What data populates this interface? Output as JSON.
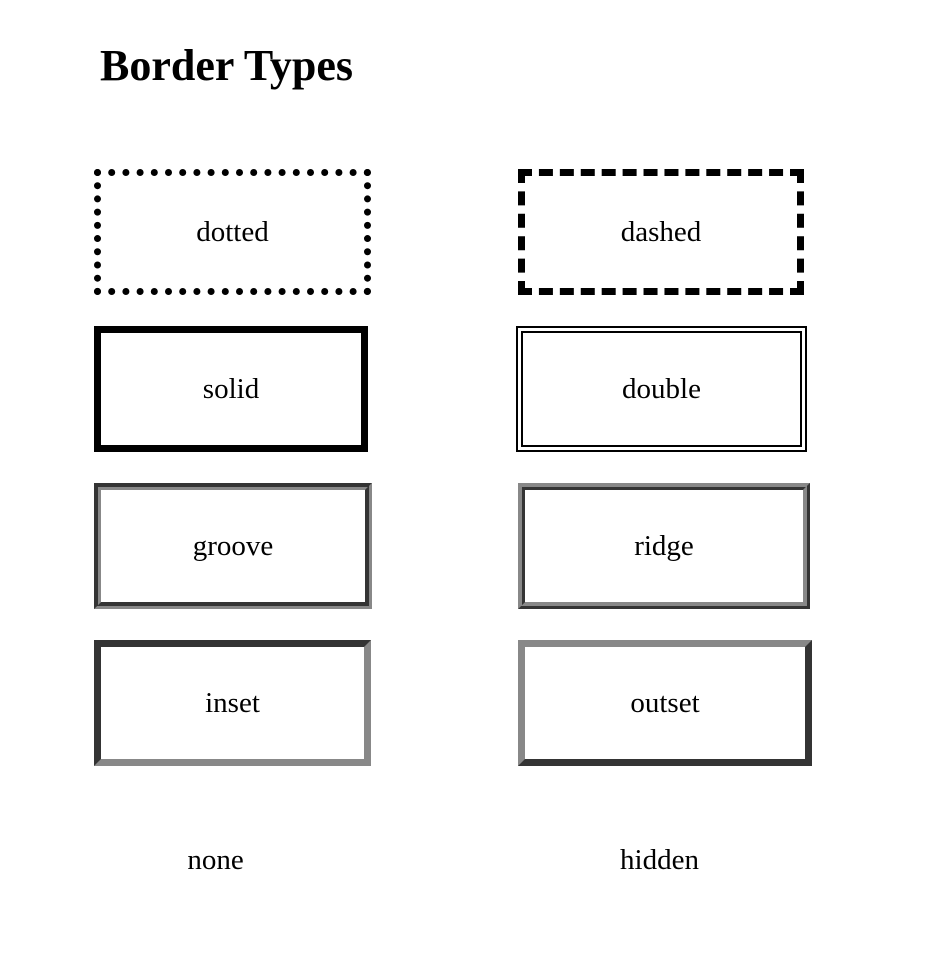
{
  "page": {
    "title": "Border Types"
  },
  "boxes": {
    "dotted": "dotted",
    "dashed": "dashed",
    "solid": "solid",
    "double": "double",
    "groove": "groove",
    "ridge": "ridge",
    "inset": "inset",
    "outset": "outset",
    "none": "none",
    "hidden": "hidden"
  },
  "colors": {
    "border": "#000000",
    "bevel": "#888888",
    "background": "#ffffff"
  }
}
